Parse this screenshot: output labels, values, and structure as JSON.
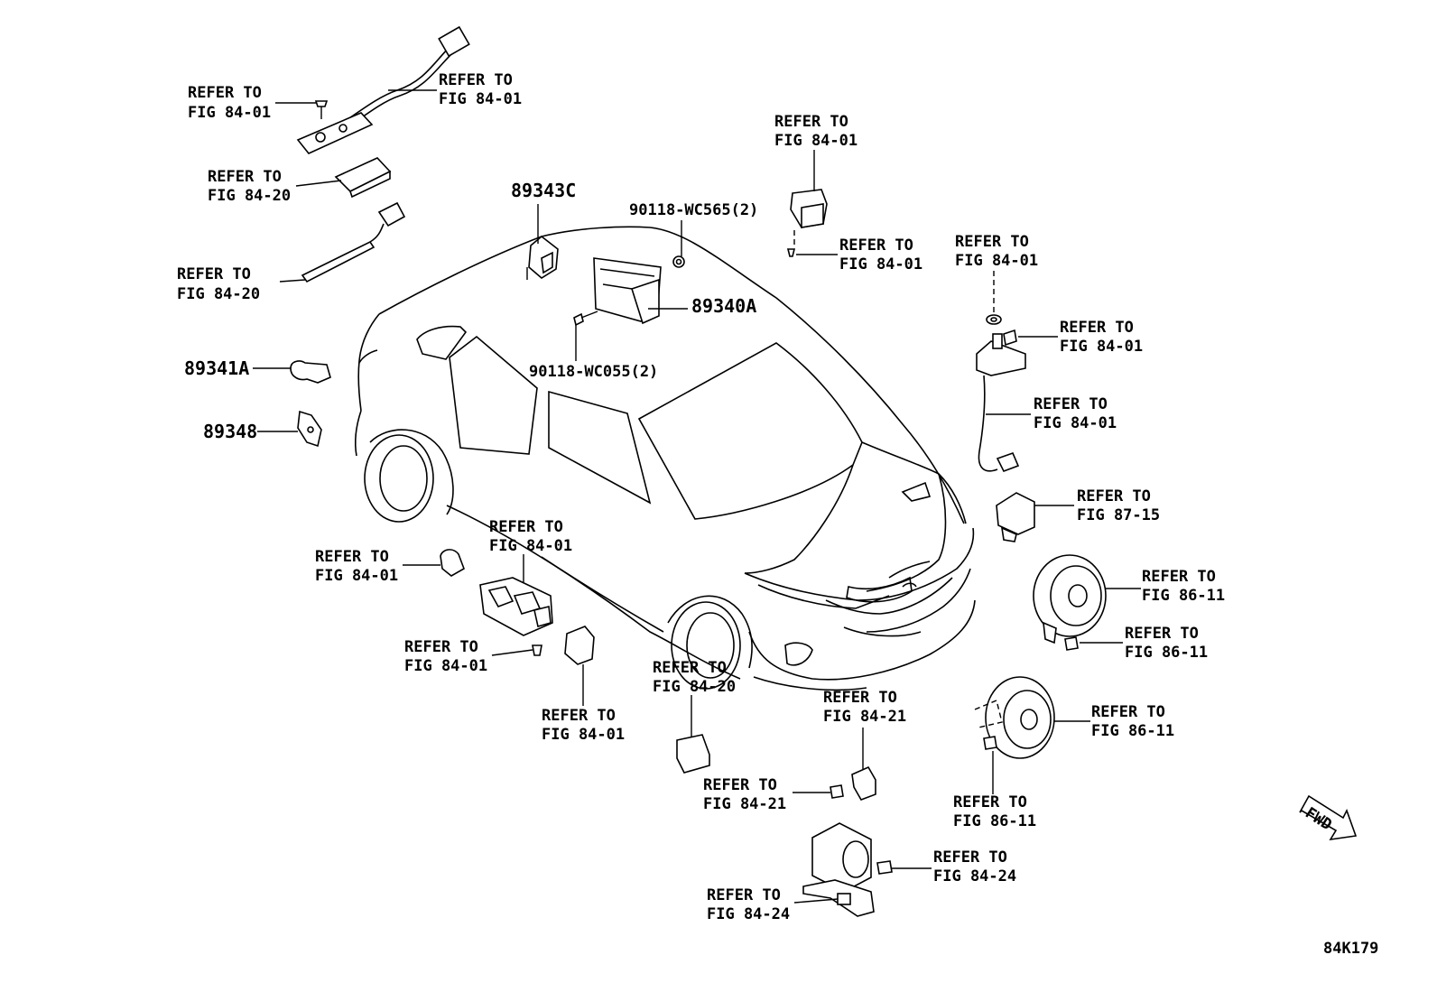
{
  "diagram_code": "84K179",
  "fwd_label": "FWD",
  "part_numbers": {
    "p89343C": "89343C",
    "p90118_WC565": "90118-WC565(2)",
    "p89340A": "89340A",
    "p90118_WC055": "90118-WC055(2)",
    "p89341A": "89341A",
    "p89348": "89348"
  },
  "refs": {
    "r1": {
      "l1": "REFER TO",
      "l2": "FIG 84-01"
    },
    "r2": {
      "l1": "REFER TO",
      "l2": "FIG 84-01"
    },
    "r3": {
      "l1": "REFER TO",
      "l2": "FIG 84-20"
    },
    "r4": {
      "l1": "REFER TO",
      "l2": "FIG 84-20"
    },
    "r5": {
      "l1": "REFER TO",
      "l2": "FIG 84-01"
    },
    "r6": {
      "l1": "REFER TO",
      "l2": "FIG 84-01"
    },
    "r7": {
      "l1": "REFER TO",
      "l2": "FIG 84-01"
    },
    "r8": {
      "l1": "REFER TO",
      "l2": "FIG 84-01"
    },
    "r9": {
      "l1": "REFER TO",
      "l2": "FIG 84-01"
    },
    "r10": {
      "l1": "REFER TO",
      "l2": "FIG 87-15"
    },
    "r11": {
      "l1": "REFER TO",
      "l2": "FIG 84-01"
    },
    "r12": {
      "l1": "REFER TO",
      "l2": "FIG 84-01"
    },
    "r13": {
      "l1": "REFER TO",
      "l2": "FIG 86-11"
    },
    "r14": {
      "l1": "REFER TO",
      "l2": "FIG 86-11"
    },
    "r15": {
      "l1": "REFER TO",
      "l2": "FIG 84-01"
    },
    "r16": {
      "l1": "REFER TO",
      "l2": "FIG 84-01"
    },
    "r17": {
      "l1": "REFER TO",
      "l2": "FIG 84-20"
    },
    "r18": {
      "l1": "REFER TO",
      "l2": "FIG 84-21"
    },
    "r19": {
      "l1": "REFER TO",
      "l2": "FIG 86-11"
    },
    "r20": {
      "l1": "REFER TO",
      "l2": "FIG 84-21"
    },
    "r21": {
      "l1": "REFER TO",
      "l2": "FIG 86-11"
    },
    "r22": {
      "l1": "REFER TO",
      "l2": "FIG 84-24"
    },
    "r23": {
      "l1": "REFER TO",
      "l2": "FIG 84-24"
    }
  }
}
